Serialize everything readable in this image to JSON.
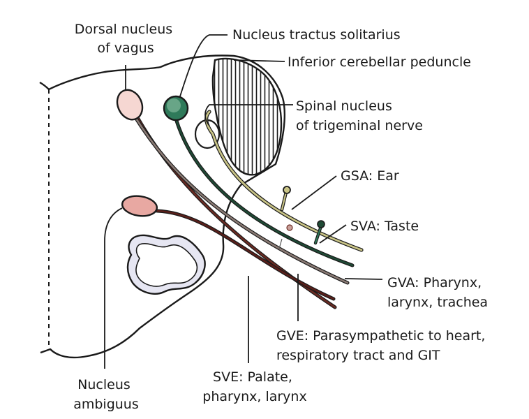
{
  "labels": {
    "dorsal_nucleus": [
      "Dorsal nucleus",
      "of vagus"
    ],
    "nts": [
      "Nucleus tractus solitarius"
    ],
    "icp": [
      "Inferior cerebellar peduncle"
    ],
    "spinal_trigeminal": [
      "Spinal nucleus",
      "of trigeminal nerve"
    ],
    "gsa": [
      "GSA: Ear"
    ],
    "sva": [
      "SVA: Taste"
    ],
    "gva": [
      "GVA: Pharynx,",
      "larynx, trachea"
    ],
    "gve": [
      "GVE: Parasympathetic to heart,",
      "respiratory tract and GIT"
    ],
    "sve": [
      "SVE: Palate,",
      "pharynx, larynx"
    ],
    "ambiguus": [
      "Nucleus",
      "ambiguus"
    ]
  },
  "colors": {
    "outline": "#1a1a1a",
    "dorsal_nucleus_fill": "#f6d7d2",
    "nts_fill": "#2f7a5a",
    "nts_fiber": "#1f4a35",
    "ambiguus_fill": "#e8a8a2",
    "ambiguus_fiber": "#5a1f1a",
    "dorsal_fiber": "#6a2a22",
    "gva_fiber": "#8a7a74",
    "trigeminal_fiber": "#c9c486",
    "olive_fill": "#e6e6f2"
  }
}
